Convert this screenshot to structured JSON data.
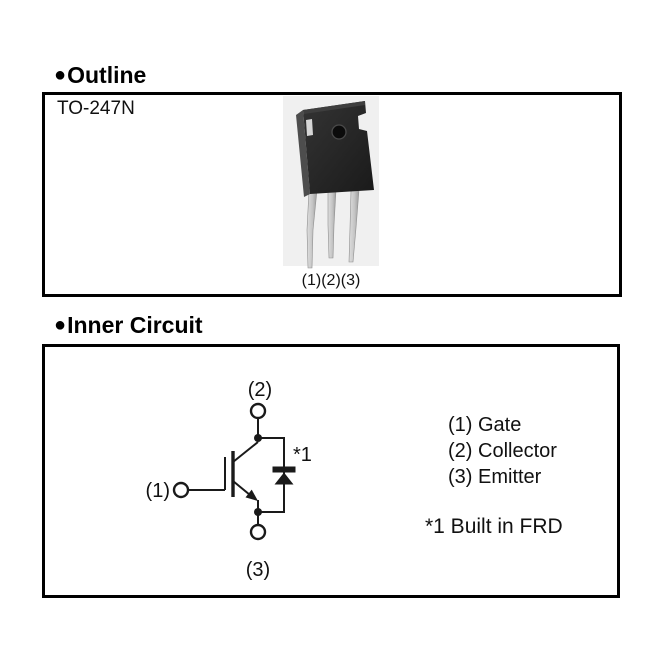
{
  "outline": {
    "bullet": "●",
    "title": "Outline",
    "package_type": "TO-247N",
    "pins_caption": "(1)(2)(3)"
  },
  "inner_circuit": {
    "bullet": "●",
    "title": "Inner Circuit",
    "terminal_labels": {
      "gate": "(1)",
      "collector": "(2)",
      "emitter": "(3)"
    },
    "diode_note_ref": "*1",
    "legend": [
      "(1) Gate",
      "(2) Collector",
      "(3) Emitter"
    ],
    "footnote": "*1 Built in FRD"
  },
  "colors": {
    "text": "#111111",
    "circuit_line": "#1a1a1a",
    "box_border": "#000000",
    "package_body": "#262626",
    "package_side": "#4d4d4d",
    "package_leg": "#c9c9c9",
    "photo_background": "#f0f0f0"
  }
}
